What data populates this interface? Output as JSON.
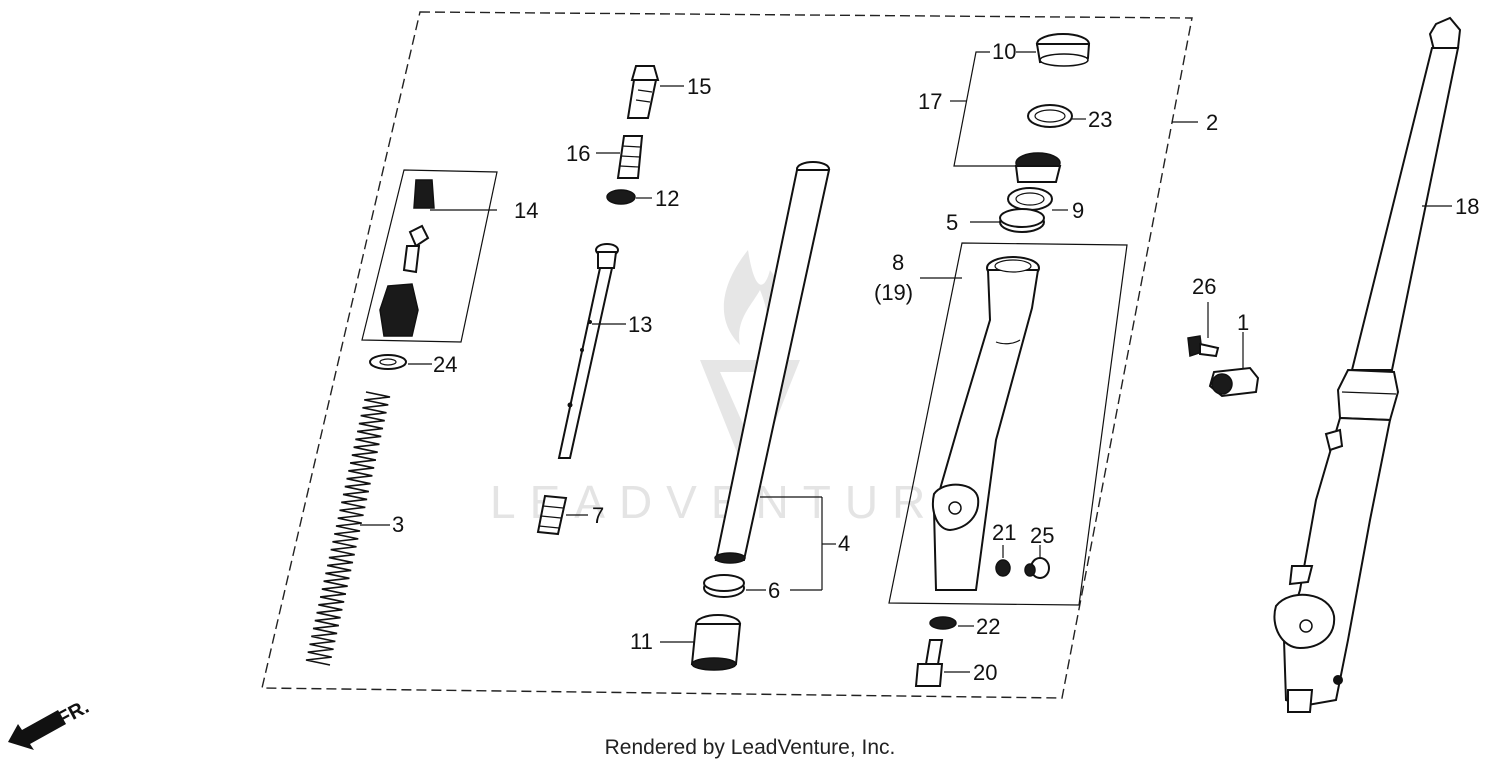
{
  "footer_text": "Rendered by LeadVenture, Inc.",
  "watermark_text": "LEADVENTURE",
  "direction_label": "FR.",
  "callouts": {
    "c1": "1",
    "c2": "2",
    "c3": "3",
    "c4": "4",
    "c5": "5",
    "c6": "6",
    "c7": "7",
    "c8": "8",
    "c8b": "(19)",
    "c9": "9",
    "c10": "10",
    "c11": "11",
    "c12": "12",
    "c13": "13",
    "c14": "14",
    "c15": "15",
    "c16": "16",
    "c17": "17",
    "c18": "18",
    "c20": "20",
    "c21": "21",
    "c22": "22",
    "c23": "23",
    "c24": "24",
    "c25": "25",
    "c26": "26"
  },
  "colors": {
    "ink": "#111111",
    "paper": "#ffffff",
    "watermark": "#e4e4e4"
  }
}
